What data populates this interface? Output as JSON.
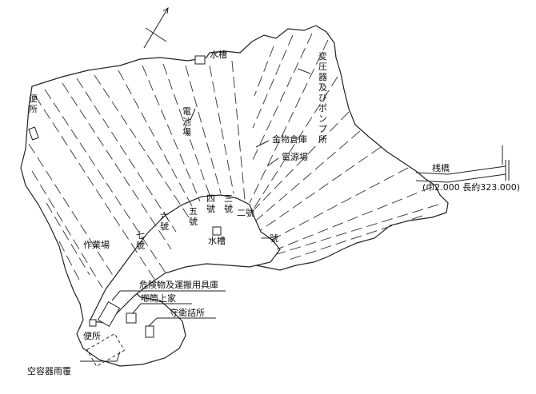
{
  "labels": {
    "water_tank_north": "水槽",
    "transformer_pump": [
      "変",
      "圧",
      "器",
      "及",
      "び",
      "ポ",
      "ン",
      "プ",
      "所"
    ],
    "toilet_west": [
      "便",
      "所"
    ],
    "battery_yard": [
      "電",
      "池",
      "場"
    ],
    "metal_warehouse": "金物倉庫",
    "power_yard": "電源場",
    "pier": "桟橋",
    "pier_dims": "(巾2.000  長約323.000)",
    "no4": [
      "四",
      "號"
    ],
    "no3": [
      "三",
      "號"
    ],
    "no2": "二號",
    "no5": [
      "五",
      "號"
    ],
    "no6": [
      "六",
      "號"
    ],
    "water_tank_center": "水槽",
    "no1": "一號",
    "no7": [
      "七",
      "號"
    ],
    "work_yard": "作業場",
    "hazmat_store": "危険物及運搬用具庫",
    "cylinder_house": "喞筒上家",
    "guard_post": "守衛詰所",
    "toilet_south": "便所",
    "container_shed": "空容器雨覆"
  }
}
